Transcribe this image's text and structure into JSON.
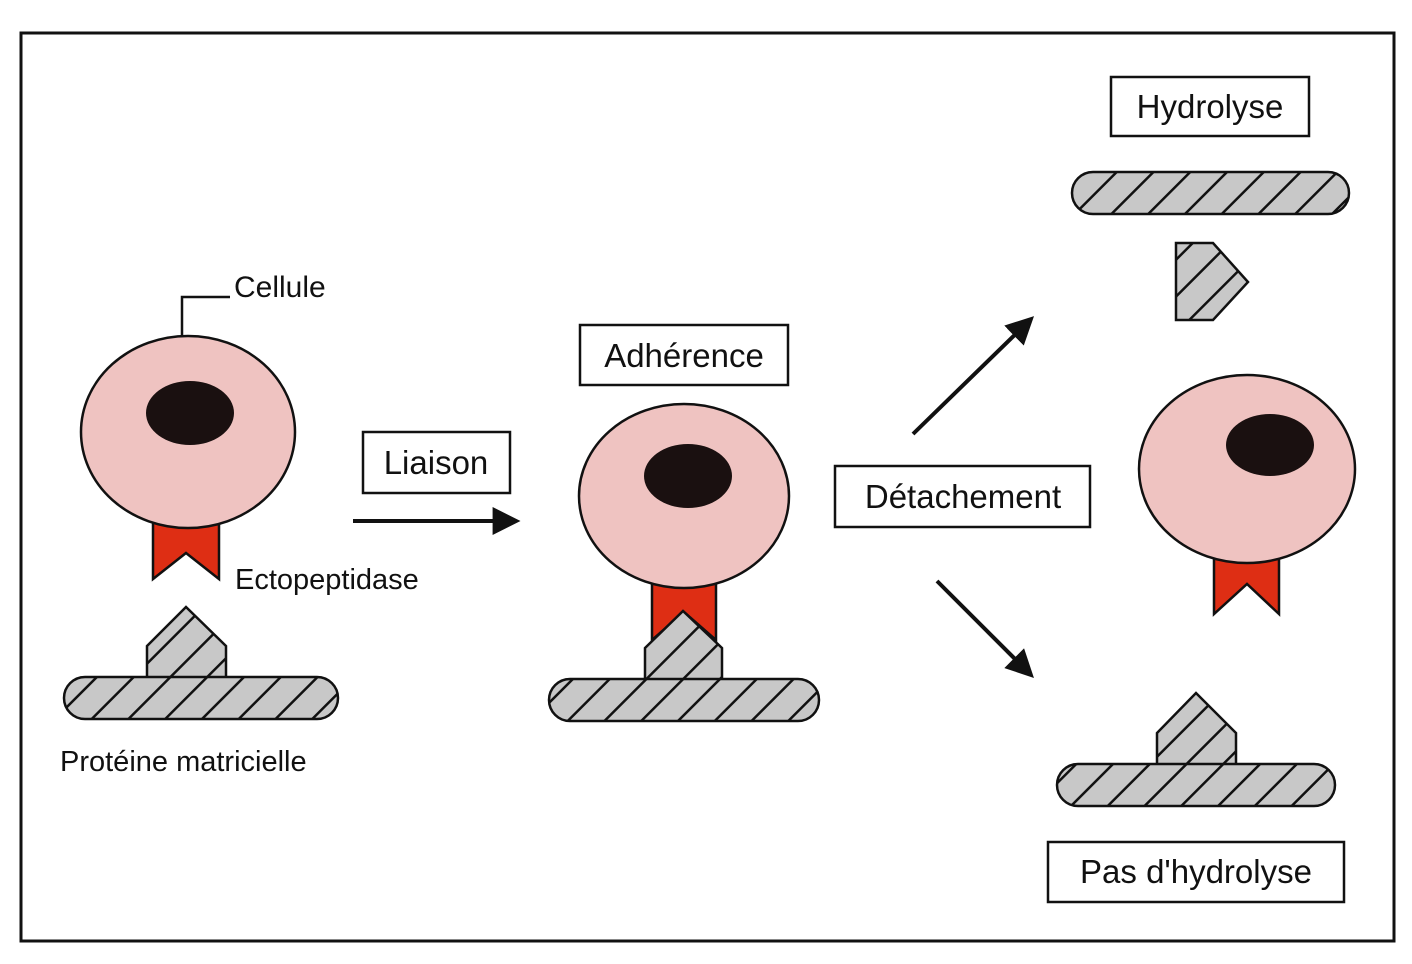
{
  "diagram": {
    "title": "",
    "colors": {
      "cell_fill": "#efc3c1",
      "nucleus_fill": "#1a1010",
      "ectopeptidase_fill": "#de2e14",
      "matrix_protein_fill": "#c8c8c8",
      "outline": "#111111"
    },
    "labels": {
      "cellule": "Cellule",
      "ectopeptidase": "Ectopeptidase",
      "proteine_matricielle": "Protéine matricielle",
      "liaison": "Liaison",
      "adherence": "Adhérence",
      "detachement": "Détachement",
      "hydrolyse": "Hydrolyse",
      "pas_hydrolyse": "Pas d'hydrolyse"
    },
    "stages": [
      {
        "id": "initial",
        "elements": [
          "cell",
          "ectopeptidase",
          "matrix-protein"
        ]
      },
      {
        "id": "adherence",
        "elements": [
          "cell",
          "ectopeptidase",
          "matrix-protein (bound)"
        ]
      },
      {
        "id": "detachement",
        "outcomes": [
          "Hydrolyse",
          "Pas d'hydrolyse"
        ]
      }
    ],
    "arrows": [
      {
        "from": "initial",
        "to": "adherence",
        "label": "Liaison"
      },
      {
        "from": "adherence",
        "to": "hydrolyse",
        "label": "Détachement"
      },
      {
        "from": "adherence",
        "to": "pas-hydrolyse",
        "label": "Détachement"
      }
    ]
  }
}
